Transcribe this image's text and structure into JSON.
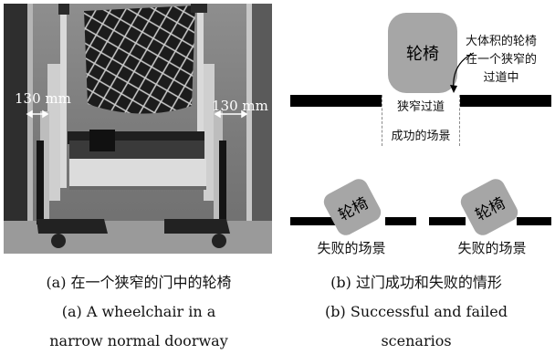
{
  "photo": {
    "left_gap_label": "130 mm",
    "right_gap_label": "130 mm"
  },
  "diagram": {
    "chair_label": "轮椅",
    "note_large_in_narrow": [
      "大体积的轮椅",
      "在一个狭窄的",
      "过道中"
    ],
    "narrow_passage_label": "狭窄过道",
    "success_label": "成功的场景",
    "fail_label_left": "失败的场景",
    "fail_label_right": "失败的场景"
  },
  "captions": {
    "a_zh": "(a) 在一个狭窄的门中的轮椅",
    "b_zh": "(b) 过门成功和失败的情形",
    "a_en_line1": "(a) A wheelchair in a",
    "a_en_line2": "narrow normal doorway",
    "b_en_line1": "(b) Successful and failed",
    "b_en_line2": "scenarios"
  },
  "colors": {
    "wheelchair_fill": "#a6a6a6",
    "wall": "#000000",
    "photo_background": "#7d7d7d"
  }
}
